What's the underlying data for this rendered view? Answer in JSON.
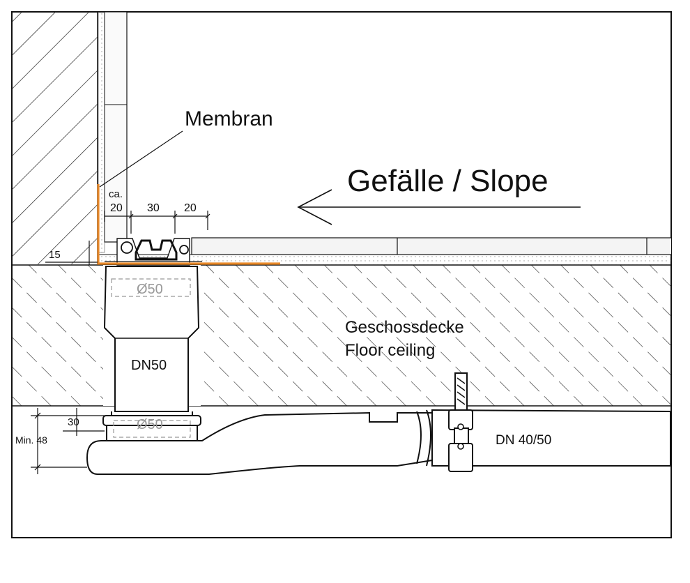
{
  "labels": {
    "membrane": "Membran",
    "slope": "Gefälle / Slope",
    "ceiling_de": "Geschossdecke",
    "ceiling_en": "Floor ceiling",
    "pipe_dn50": "DN50",
    "pipe_dn4050": "DN 40/50",
    "diameter_top": "Ø50",
    "diameter_bottom": "Ø50"
  },
  "dimensions": {
    "ca_prefix": "ca.",
    "left_gap": "20",
    "channel_width": "30",
    "right_gap": "20",
    "height_15": "15",
    "height_30": "30",
    "min_48": "Min. 48"
  },
  "colors": {
    "membrane": "#e8892a",
    "line": "#111111",
    "hatch": "#222222",
    "tile": "#f2f2f2",
    "screed": "#f6f6f6"
  }
}
